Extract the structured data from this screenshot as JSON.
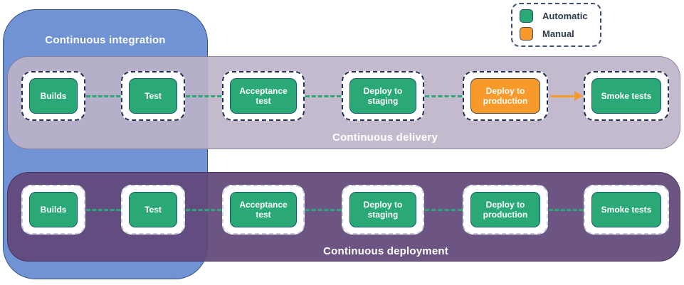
{
  "diagram": {
    "integration": {
      "label": "Continuous integration"
    },
    "delivery": {
      "label": "Continuous delivery",
      "nodes": [
        {
          "label": "Builds",
          "type": "automatic"
        },
        {
          "label": "Test",
          "type": "automatic"
        },
        {
          "label": "Acceptance test",
          "type": "automatic"
        },
        {
          "label": "Deploy to staging",
          "type": "automatic"
        },
        {
          "label": "Deploy to production",
          "type": "manual"
        },
        {
          "label": "Smoke tests",
          "type": "automatic"
        }
      ],
      "connectors": [
        "dashed-automatic",
        "dashed-automatic",
        "dashed-automatic",
        "dashed-automatic",
        "arrow-manual"
      ]
    },
    "deployment": {
      "label": "Continuous deployment",
      "nodes": [
        {
          "label": "Builds",
          "type": "automatic"
        },
        {
          "label": "Test",
          "type": "automatic"
        },
        {
          "label": "Acceptance test",
          "type": "automatic"
        },
        {
          "label": "Deploy to staging",
          "type": "automatic"
        },
        {
          "label": "Deploy to production",
          "type": "automatic"
        },
        {
          "label": "Smoke tests",
          "type": "automatic"
        }
      ],
      "connectors": [
        "dashed-automatic",
        "dashed-automatic",
        "dashed-automatic",
        "dashed-automatic",
        "dashed-automatic"
      ]
    },
    "legend": {
      "items": [
        {
          "label": "Automatic",
          "type": "automatic"
        },
        {
          "label": "Manual",
          "type": "manual"
        }
      ]
    },
    "colors": {
      "automatic": "#2aa876",
      "manual": "#f8992c",
      "integration_fill": "#6f93d5",
      "delivery_band": "#c6bccd",
      "deployment_band": "#6d5583"
    }
  }
}
